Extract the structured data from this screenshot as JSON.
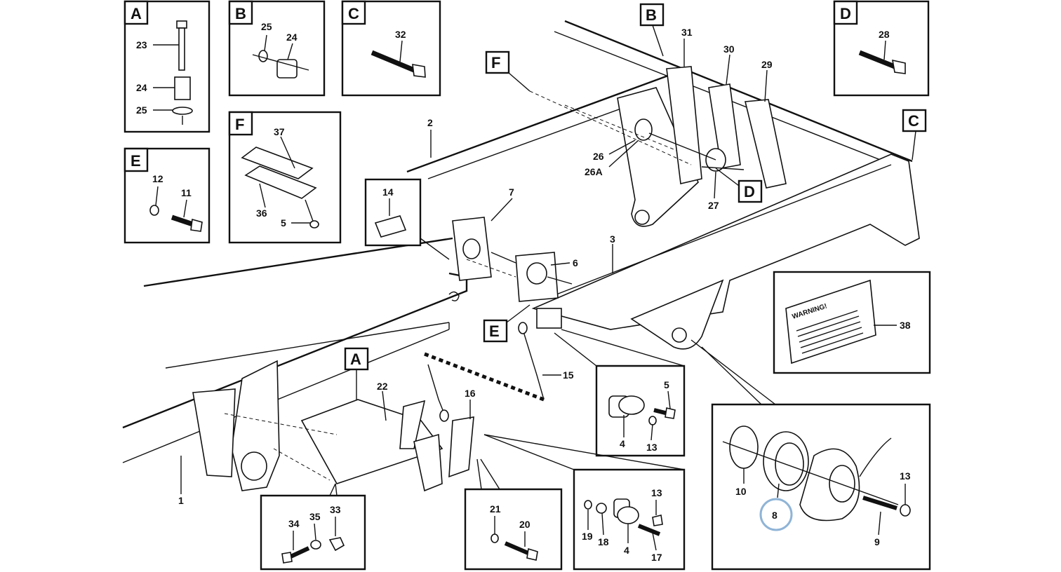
{
  "diagram": {
    "inset_letters": [
      "A",
      "B",
      "C",
      "D",
      "E",
      "F"
    ],
    "callout_letters": [
      "A",
      "B",
      "C",
      "D",
      "E",
      "F"
    ],
    "part_numbers": {
      "p1": "1",
      "p2": "2",
      "p3": "3",
      "p4": "4",
      "p5": "5",
      "p6": "6",
      "p7": "7",
      "p8": "8",
      "p9": "9",
      "p10": "10",
      "p11": "11",
      "p12": "12",
      "p13": "13",
      "p14": "14",
      "p15": "15",
      "p16": "16",
      "p17": "17",
      "p18": "18",
      "p19": "19",
      "p20": "20",
      "p21": "21",
      "p22": "22",
      "p23": "23",
      "p24": "24",
      "p25": "25",
      "p26": "26",
      "p26A": "26A",
      "p27": "27",
      "p28": "28",
      "p29": "29",
      "p30": "30",
      "p31": "31",
      "p32": "32",
      "p33": "33",
      "p34": "34",
      "p35": "35",
      "p36": "36",
      "p37": "37",
      "p38": "38"
    },
    "warning_label_text": "WARNING!",
    "highlight_color": "#8fb4d6"
  }
}
